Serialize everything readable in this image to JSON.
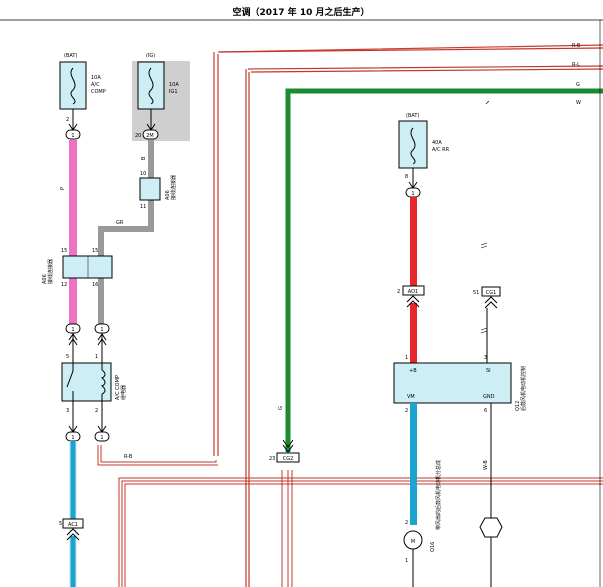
{
  "title": "空调（2017 年 10 月之后生产）",
  "fuse_bat": {
    "source": "(BAT)",
    "rating": "10A",
    "name_line1": "A/C",
    "name_line2": "COMP",
    "pin": "2"
  },
  "fuse_ig": {
    "source": "(IG)",
    "rating": "10A",
    "name": "IG1",
    "pin": "20",
    "connector": "2M"
  },
  "fuse_rr": {
    "source": "(BAT)",
    "rating": "40A",
    "name": "A/C RR",
    "pin": "8"
  },
  "conn_a06": {
    "code": "A06",
    "name": "接线连接器",
    "pin_10": "10",
    "pin_11": "11"
  },
  "conn_a08": {
    "code": "A06",
    "name": "接线连接器",
    "pin_15_left": "15",
    "pin_15_right": "15",
    "pin_12": "12",
    "pin_16": "16"
  },
  "relay": {
    "name_line1": "A/C COMP",
    "name_line2": "继电器",
    "pin_5": "5",
    "pin_1": "1",
    "pin_3": "3",
    "pin_2": "2"
  },
  "junction_ac1": {
    "pin": "5",
    "code": "AC1"
  },
  "junction_cg2": {
    "pin": "23",
    "code": "CG2"
  },
  "junction_ao1": {
    "pin": "2",
    "code": "AO1"
  },
  "junction_cg1": {
    "pin": "51",
    "code": "CG1"
  },
  "wire_labels": {
    "rb_top": "R-B",
    "rl_top": "R-L",
    "g_top": "G",
    "w_top": "W",
    "p": "P",
    "gr_ig": "B",
    "gr": "GR",
    "rb_bottom": "R-B",
    "g_vert": "G",
    "w_vert": "W-B"
  },
  "controller": {
    "code": "Q12",
    "name": "后鼓风机电动机控制",
    "pin_pb": "+B",
    "pin_si": "SI",
    "pin_vm": "VM",
    "pin_gnd": "GND",
    "pin_1": "1",
    "pin_3": "3",
    "pin_2": "2",
    "pin_6": "6"
  },
  "motor": {
    "code": "Q16",
    "name": "带风扇的后鼓风机电动机分总成",
    "pin_2": "2",
    "pin_1": "1",
    "symbol": "M"
  },
  "circle_pins": {
    "one": "1"
  },
  "colors": {
    "red": "#e8262b",
    "pink": "#ef72c2",
    "green": "#1b8b32",
    "cyan": "#1ca3cf",
    "gray": "#9a9a9a",
    "box_fill": "#cdeef5",
    "ig_bg": "#cfcfcf",
    "wire_rb": "#d0312d"
  }
}
